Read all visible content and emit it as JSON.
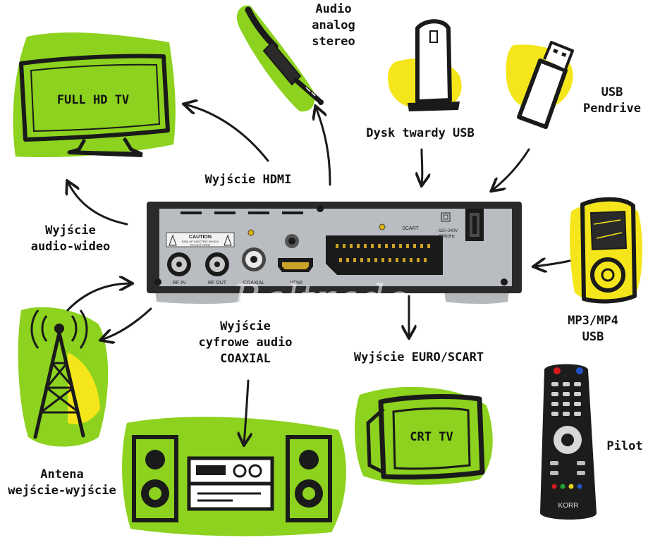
{
  "colors": {
    "green": "#8cd21e",
    "yellow": "#f4e61a",
    "outline": "#1a1a1a",
    "device": "#2a2a2a",
    "panel": "#b9bcc0"
  },
  "devices": {
    "full_hd_tv": {
      "screen_text": "FULL HD TV",
      "icon": "flatscreen-tv-icon"
    },
    "crt_tv": {
      "screen_text": "CRT TV",
      "icon": "crt-tv-icon"
    },
    "audio_jack": {
      "icon": "audio-jack-icon"
    },
    "usb_hdd": {
      "icon": "usb-hard-drive-icon"
    },
    "pendrive": {
      "icon": "usb-pendrive-icon"
    },
    "mp3_player": {
      "icon": "mp3-player-icon"
    },
    "antenna": {
      "icon": "antenna-tower-icon"
    },
    "stereo": {
      "icon": "stereo-system-icon"
    },
    "remote": {
      "icon": "remote-control-icon",
      "brand": "KORR"
    }
  },
  "labels": {
    "audio_analog": "Audio\nanalog\nstereo",
    "usb_hdd": "Dysk twardy USB",
    "usb_pendrive": "USB\nPendrive",
    "hdmi_out": "Wyjście HDMI",
    "av_out": "Wyjście\naudio-wideo",
    "mp3_usb": "MP3/MP4\nUSB",
    "coaxial_out": "Wyjście\ncyfrowe audio\nCOAXIAL",
    "scart_out": "Wyjście EURO/SCART",
    "antenna_io": "Antena\nwejście-wyjście",
    "remote": "Pilot"
  },
  "receiver": {
    "ports": {
      "rf_in": "RF IN",
      "rf_out": "RF OUT",
      "coaxial": "COAXIAL",
      "hdmi": "HDMI",
      "scart": "SCART"
    },
    "caution": {
      "title": "CAUTION",
      "line1": "RISK OF ELECTRIC SHOCK",
      "line2": "DO NOT OPEN"
    },
    "power": {
      "line1": "~110~240V",
      "line2": "50/60Hz"
    }
  },
  "watermark": "Baltrade"
}
